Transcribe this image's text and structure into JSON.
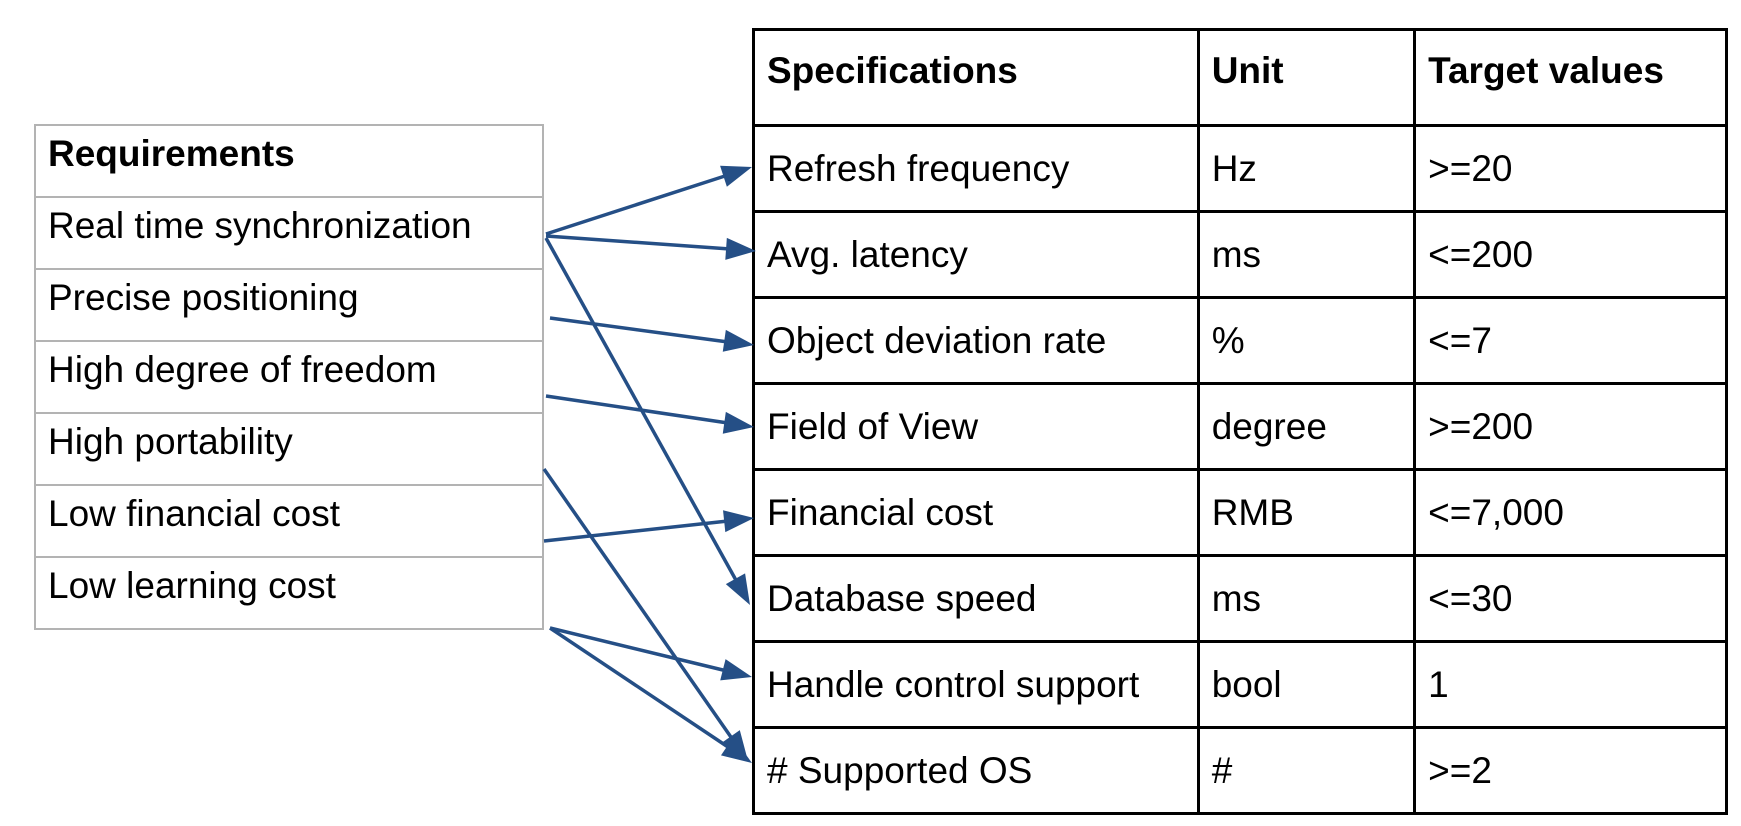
{
  "requirements": {
    "header": "Requirements",
    "items": [
      "Real time synchronization",
      "Precise positioning",
      "High degree of freedom",
      "High portability",
      "Low financial cost",
      "Low learning cost"
    ]
  },
  "specifications": {
    "headers": [
      "Specifications",
      "Unit",
      "Target values"
    ],
    "rows": [
      {
        "spec": "Refresh frequency",
        "unit": "Hz",
        "target": ">=20"
      },
      {
        "spec": "Avg. latency",
        "unit": "ms",
        "target": "<=200"
      },
      {
        "spec": "Object deviation rate",
        "unit": "%",
        "target": "<=7"
      },
      {
        "spec": "Field of View",
        "unit": "degree",
        "target": ">=200"
      },
      {
        "spec": "Financial cost",
        "unit": "RMB",
        "target": "<=7,000"
      },
      {
        "spec": "Database speed",
        "unit": "ms",
        "target": "<=30"
      },
      {
        "spec": "Handle control support",
        "unit": "bool",
        "target": "1"
      },
      {
        "spec": "# Supported OS",
        "unit": "#",
        "target": ">=2"
      }
    ]
  },
  "links": [
    {
      "from": "Real time synchronization",
      "to": "Refresh frequency"
    },
    {
      "from": "Real time synchronization",
      "to": "Avg. latency"
    },
    {
      "from": "Real time synchronization",
      "to": "Database speed"
    },
    {
      "from": "Precise positioning",
      "to": "Object deviation rate"
    },
    {
      "from": "High degree of freedom",
      "to": "Field of View"
    },
    {
      "from": "High portability",
      "to": "# Supported OS"
    },
    {
      "from": "Low financial cost",
      "to": "Financial cost"
    },
    {
      "from": "Low learning cost",
      "to": "Handle control support"
    },
    {
      "from": "Low learning cost",
      "to": "# Supported OS"
    }
  ],
  "colors": {
    "arrow": "#254f86",
    "req_border": "#b3b3b3",
    "spec_border": "#000000"
  }
}
